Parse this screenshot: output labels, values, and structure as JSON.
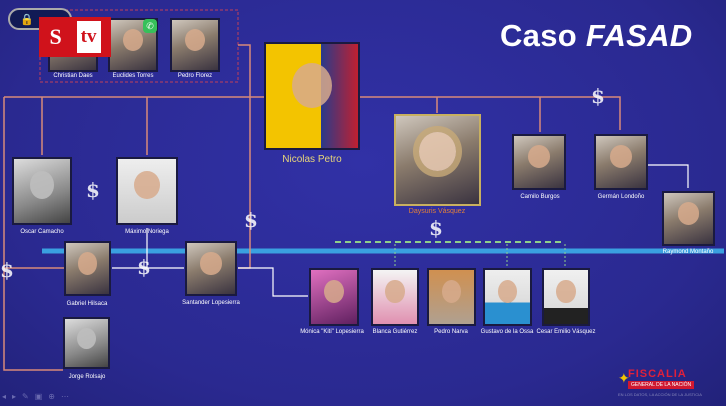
{
  "title": {
    "prefix": "Caso ",
    "emphasis": "FASAD"
  },
  "overlay": {
    "channel_logo": "S tv",
    "lock_icon": "lock-icon"
  },
  "people": {
    "christian_daes": "Christian Daes",
    "euclides_torres": "Euclides Torres",
    "pedro_florez": "Pedro Florez",
    "nicolas_petro": "Nicolas Petro",
    "daysuris_vasquez": "Daysuris Vásquez",
    "camilo_burgos": "Camilo Burgos",
    "german_londono": "Germán Londoño",
    "raymond_montano": "Raymond Montaño",
    "oscar_camacho": "Oscar Camacho",
    "maximo_noriega": "Máximo Noriega",
    "gabriel_hilsaca": "Gabriel Hilsaca",
    "jorge_rolsajo": "Jorge Rolsajo",
    "santander_lopesierra": "Santander Lopesierra",
    "monica_lopesierra": "Mónica \"Kiti\" Lopesierra",
    "blanca_gutierrez": "Blanca Gutiérrez",
    "pedro_narva": "Pedro Narva",
    "gustavo_de_la_ossa": "Gustavo de la Ossa",
    "cesar_vasquez": "Cesar Emilio Vásquez"
  },
  "colors": {
    "background": "#2b2a92",
    "link": "#d88a7a",
    "timeline": "#3aa0e0",
    "petro_label": "#e8d67a",
    "vasquez_label": "#e0803a",
    "logo_red": "#d0121b"
  },
  "footer": {
    "org": "FISCALIA",
    "org_sub": "GENERAL DE LA NACIÓN",
    "tagline": "EN LOS DATOS, LA ACCIÓN DE LA JUSTICIA"
  },
  "symbols": {
    "dollar": "$",
    "whatsapp": "✆",
    "lock": "🔒"
  }
}
